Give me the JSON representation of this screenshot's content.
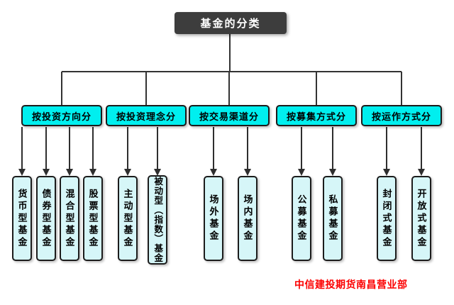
{
  "diagram": {
    "title": "基金的分类",
    "footer": "中信建投期货南昌营业部",
    "categories": [
      {
        "label": "按投资方向分",
        "children": [
          "货币型基金",
          "债券型基金",
          "混合型基金",
          "股票型基金"
        ]
      },
      {
        "label": "按投资理念分",
        "children": [
          "主动型基金",
          "被动型（指数）基金"
        ]
      },
      {
        "label": "按交易渠道分",
        "children": [
          "场外基金",
          "场内基金"
        ]
      },
      {
        "label": "按募集方式分",
        "children": [
          "公募基金",
          "私募基金"
        ]
      },
      {
        "label": "按运作方式分",
        "children": [
          "封闭式基金",
          "开放式基金"
        ]
      }
    ],
    "colors": {
      "root_box_bg": "#3d3d3d",
      "root_box_text": "#ffffff",
      "category_box_bg": "#00efef",
      "leaf_box_bg": "#d6f6f8",
      "box_border": "#1c1c1c",
      "connector_line": "#333333",
      "footer_text": "#fc0000"
    }
  }
}
